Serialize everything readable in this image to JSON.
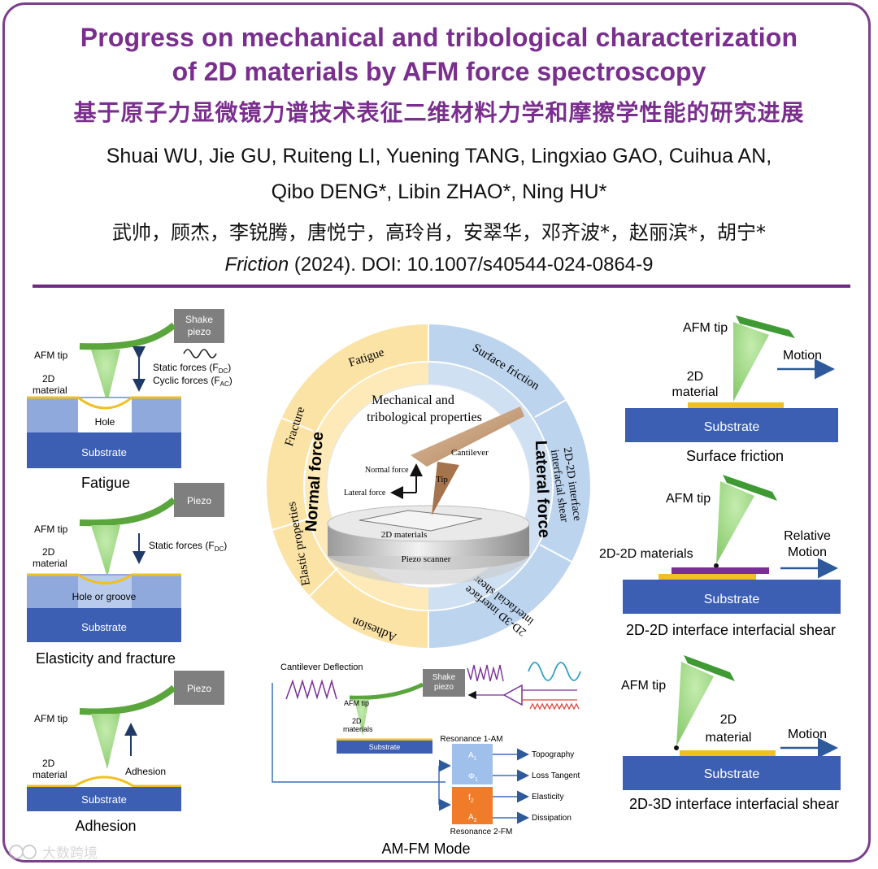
{
  "header": {
    "title_line1": "Progress on mechanical and tribological characterization",
    "title_line2": "of 2D materials by AFM force spectroscopy",
    "title_cn": "基于原子力显微镜力谱技术表征二维材料力学和摩擦学性能的研究进展",
    "authors_line1": "Shuai WU, Jie GU, Ruiteng LI, Yuening TANG, Lingxiao GAO, Cuihua AN,",
    "authors_line2": "Qibo DENG*, Libin ZHAO*, Ning HU*",
    "authors_cn": "武帅，顾杰，李锐腾，唐悦宁，高玲肖，安翠华，邓齐波*，赵丽滨*，胡宁*",
    "journal": "Friction",
    "citation": " (2024). DOI: 10.1007/s40544-024-0864-9"
  },
  "colors": {
    "title": "#7a2e8e",
    "rule": "#6d2a7e",
    "substrate": "#3c5fb4",
    "hole": "#8fa9dc",
    "material": "#f0c020",
    "tip": "#9dd883",
    "cantilever": "#5aa53c",
    "piezo": "#7f7f7f",
    "normal_ring": "#fbe3a6",
    "lateral_ring": "#bcd4ee",
    "purple_layer": "#7a2e9a",
    "arrow": "#2e5a9c"
  },
  "fatigue": {
    "piezo": "Shake piezo",
    "afm_tip": "AFM tip",
    "material": "2D material",
    "hole": "Hole",
    "substrate": "Substrate",
    "static": "Static forces (F",
    "static_sub": "DC",
    "cyclic": "Cyclic forces (F",
    "cyclic_sub": "AC",
    "caption": "Fatigue"
  },
  "elastic": {
    "piezo": "Piezo",
    "afm_tip": "AFM tip",
    "material": "2D material",
    "hole": "Hole or groove",
    "substrate": "Substrate",
    "static": "Static forces (F",
    "static_sub": "DC",
    "caption": "Elasticity and fracture"
  },
  "adhesion": {
    "piezo": "Piezo",
    "afm_tip": "AFM tip",
    "material": "2D material",
    "force": "Adhesion",
    "substrate": "Substrate",
    "caption": "Adhesion"
  },
  "wheel": {
    "center_title_1": "Mechanical and",
    "center_title_2": "tribological properties",
    "normal": "Normal force",
    "lateral": "Lateral force",
    "fatigue": "Fatigue",
    "fracture": "Fracture",
    "elastic": "Elastic properties",
    "adhesion": "Adhesion",
    "surface_friction": "Surface friction",
    "shear_2d2d_1": "2D-2D interface",
    "shear_2d2d_2": "interfacial shear",
    "shear_2d3d_1": "2D-3D interface",
    "shear_2d3d_2": "interfacial shear",
    "cantilever": "Cantilever",
    "tip": "Tip",
    "normal_force": "Normal force",
    "lateral_force": "Lateral force",
    "materials": "2D materials",
    "scanner": "Piezo scanner"
  },
  "amfm": {
    "deflection": "Cantilever Deflection",
    "piezo": "Shake piezo",
    "afm_tip": "AFM tip",
    "materials": "2D materials",
    "substrate": "Substrate",
    "res1": "Resonance 1-AM",
    "res2": "Resonance 2-FM",
    "a1": "A",
    "a1_sub": "1",
    "phi1": "Φ",
    "phi1_sub": "1",
    "f2": "f",
    "f2_sub": "2",
    "a2": "A",
    "a2_sub": "2",
    "topography": "Topography",
    "loss": "Loss Tangent",
    "elasticity": "Elasticity",
    "dissipation": "Dissipation",
    "caption": "AM-FM Mode"
  },
  "friction": {
    "afm_tip": "AFM tip",
    "motion": "Motion",
    "material": "2D material",
    "substrate": "Substrate",
    "caption": "Surface friction"
  },
  "shear2d2d": {
    "afm_tip": "AFM tip",
    "materials": "2D-2D materials",
    "motion": "Relative Motion",
    "substrate": "Substrate",
    "caption": "2D-2D interface interfacial shear"
  },
  "shear2d3d": {
    "afm_tip": "AFM tip",
    "material": "2D material",
    "motion": "Motion",
    "substrate": "Substrate",
    "caption": "2D-3D interface interfacial shear"
  },
  "watermark": "大数跨境"
}
